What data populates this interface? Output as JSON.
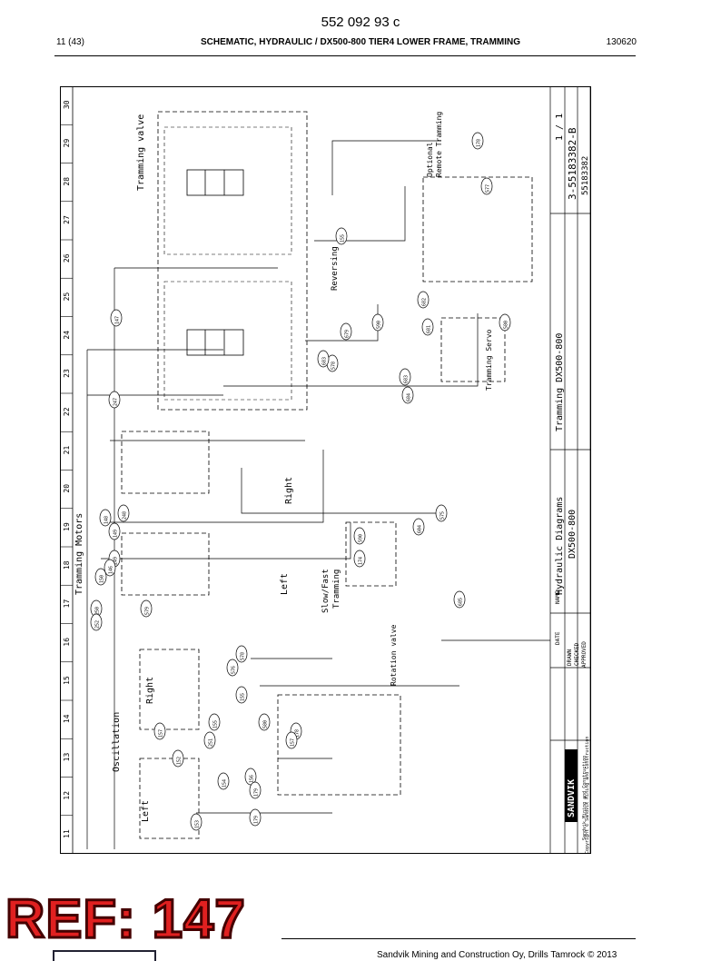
{
  "header": {
    "doc_number": "552 092 93 c",
    "page": "11 (43)",
    "title": "SCHEMATIC, HYDRAULIC / DX500-800 TIER4 LOWER FRAME, TRAMMING",
    "date": "130620"
  },
  "grid": {
    "columns": [
      "30",
      "29",
      "28",
      "27",
      "26",
      "25",
      "24",
      "23",
      "22",
      "21",
      "20",
      "19",
      "18",
      "17",
      "16",
      "15",
      "14",
      "13",
      "12",
      "11"
    ]
  },
  "labels": {
    "tramming_valve": "Tramming valve",
    "tramming_motors": "Tramming Motors",
    "oscillation": "Oscillation",
    "right": "Right",
    "left": "Left",
    "slow_fast": "Slow/Fast",
    "tramming": "Tramming",
    "reversing": "Reversing",
    "optional_remote": "Optional",
    "remote_tramming": "Remote Tramming",
    "tramming_servo": "Tramming Servo",
    "rotation_valve": "Rotation valve"
  },
  "callouts": [
    "147",
    "247",
    "148",
    "149",
    "248",
    "249",
    "146",
    "150",
    "250",
    "252",
    "576",
    "578",
    "579",
    "155",
    "578",
    "590",
    "604",
    "174",
    "575",
    "685",
    "683",
    "679",
    "682",
    "681",
    "684",
    "683",
    "590",
    "178",
    "577",
    "580",
    "580",
    "155",
    "157",
    "152",
    "153",
    "154",
    "155",
    "156",
    "179",
    "179",
    "178",
    "251",
    "157"
  ],
  "title_block": {
    "title": "Tramming DX500-800",
    "subtitle": "Hydraulic Diagrams",
    "model": "DX500-800",
    "drawing_no": "3-55183382-B",
    "sheet": "1 / 1",
    "code": "55183382",
    "date_label": "DATE",
    "name_label": "NAME",
    "drawn": "DRAWN",
    "checked": "CHECKED",
    "approved": "APPROVED",
    "brand": "SANDVIK",
    "brand_sub": "Sandvik Mining and Construction",
    "copyright": "Copyright © Sandvik Mining and Construction"
  },
  "stamp": {
    "text": "REF: 147"
  },
  "footer": {
    "text": "Sandvik Mining and Construction Oy, Drills Tamrock © 2013"
  }
}
